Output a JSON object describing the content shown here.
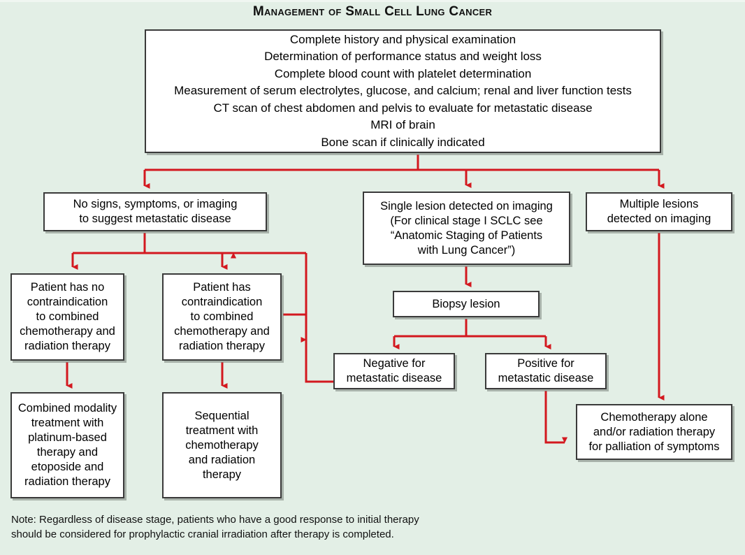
{
  "title": "Management of Small Cell Lung Cancer",
  "colors": {
    "background": "#e3efe6",
    "node_fill": "#ffffff",
    "node_border": "#3a3a3a",
    "connector": "#d3181f",
    "text": "#000000"
  },
  "nodes": {
    "workup": "Complete history and physical examination\nDetermination of performance status and weight loss\nComplete blood count with platelet determination\nMeasurement of serum electrolytes, glucose, and calcium; renal and liver function tests\nCT scan of chest abdomen and pelvis to evaluate for metastatic disease\nMRI of brain\nBone scan if clinically indicated",
    "no_signs": "No signs, symptoms, or imaging\nto suggest metastatic disease",
    "single_lesion": "Single lesion detected on imaging\n(For clinical stage I SCLC see\n“Anatomic Staging of Patients\nwith Lung Cancer”)",
    "multiple_lesions": "Multiple lesions\ndetected on imaging",
    "no_contraindication": "Patient has no\ncontraindication\nto combined\nchemotherapy and\nradiation therapy",
    "contraindication": "Patient has\ncontraindication\nto combined\nchemotherapy and\nradiation therapy",
    "combined_modality": "Combined modality\ntreatment with\nplatinum-based\ntherapy and\netoposide and\nradiation therapy",
    "sequential": "Sequential\ntreatment with\nchemotherapy\nand radiation\ntherapy",
    "biopsy": "Biopsy lesion",
    "negative": "Negative for\nmetastatic disease",
    "positive": "Positive for\nmetastatic disease",
    "palliation": "Chemotherapy alone\nand/or radiation therapy\nfor palliation of symptoms"
  },
  "note": "Note: Regardless of disease stage, patients who have a good response to initial therapy\nshould be considered for prophylactic cranial irradiation after therapy is completed."
}
